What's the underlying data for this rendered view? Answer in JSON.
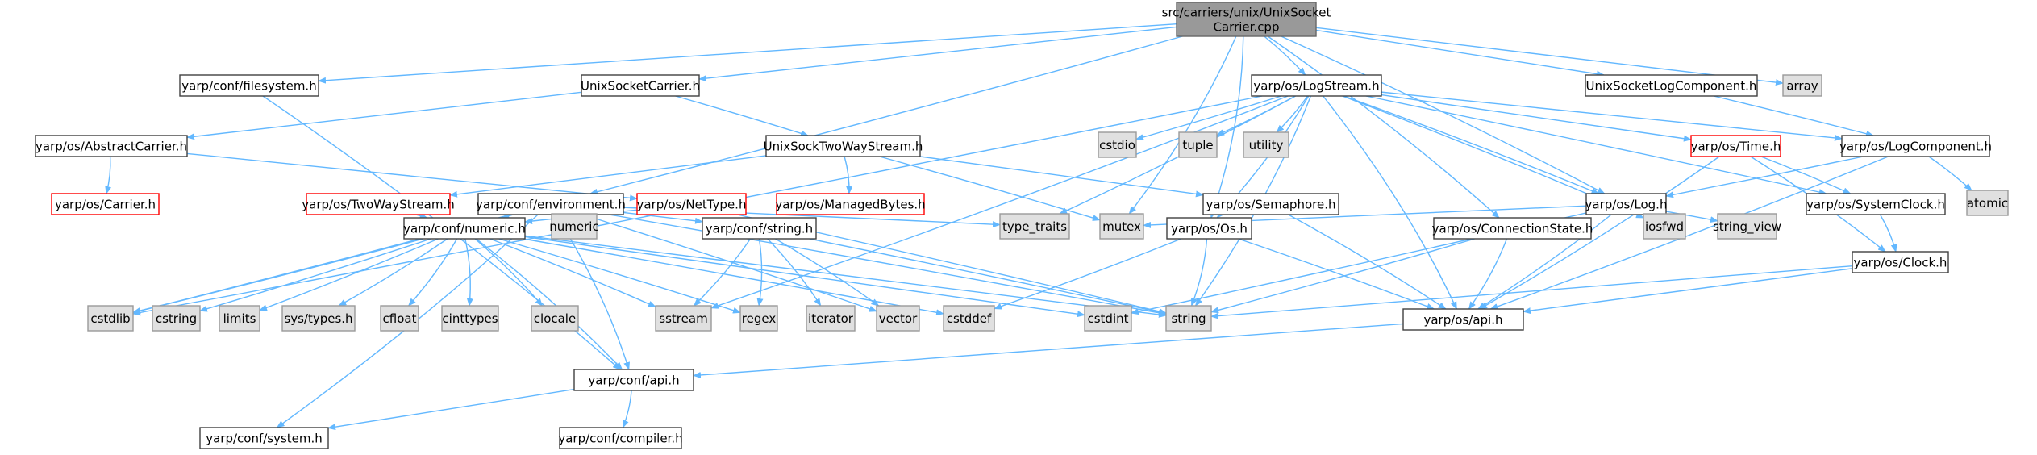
{
  "colors": {
    "edge": "#63b8ff",
    "normal_fill": "#ffffff",
    "normal_stroke": "#404040",
    "system_fill": "#e0e0e0",
    "system_stroke": "#999999",
    "root_fill": "#999999",
    "root_stroke": "#666666",
    "missing_fill": "#ffffff",
    "missing_stroke": "#ff0000",
    "text": "#000000"
  },
  "graph": {
    "root": {
      "id": "root",
      "lines": [
        "src/carriers/unix/UnixSocket",
        "Carrier.cpp"
      ],
      "kind": "root"
    },
    "nodes": [
      {
        "id": "filesystem",
        "lines": [
          "yarp/conf/filesystem.h"
        ],
        "kind": "normal"
      },
      {
        "id": "unixsocketcarrier",
        "lines": [
          "UnixSocketCarrier.h"
        ],
        "kind": "normal"
      },
      {
        "id": "logstream",
        "lines": [
          "yarp/os/LogStream.h"
        ],
        "kind": "normal"
      },
      {
        "id": "unixsocketlogcomponent",
        "lines": [
          "UnixSocketLogComponent.h"
        ],
        "kind": "normal"
      },
      {
        "id": "array",
        "lines": [
          "array"
        ],
        "kind": "system"
      },
      {
        "id": "abstractcarrier",
        "lines": [
          "yarp/os/AbstractCarrier.h"
        ],
        "kind": "normal"
      },
      {
        "id": "unixsocktwowaystream",
        "lines": [
          "UnixSockTwoWayStream.h"
        ],
        "kind": "normal"
      },
      {
        "id": "cstdio",
        "lines": [
          "cstdio"
        ],
        "kind": "system"
      },
      {
        "id": "tuple",
        "lines": [
          "tuple"
        ],
        "kind": "system"
      },
      {
        "id": "utility",
        "lines": [
          "utility"
        ],
        "kind": "system"
      },
      {
        "id": "time",
        "lines": [
          "yarp/os/Time.h"
        ],
        "kind": "missing"
      },
      {
        "id": "logcomponent",
        "lines": [
          "yarp/os/LogComponent.h"
        ],
        "kind": "normal"
      },
      {
        "id": "carrier",
        "lines": [
          "yarp/os/Carrier.h"
        ],
        "kind": "missing"
      },
      {
        "id": "twowaystream",
        "lines": [
          "yarp/os/TwoWayStream.h"
        ],
        "kind": "missing"
      },
      {
        "id": "environment",
        "lines": [
          "yarp/conf/environment.h"
        ],
        "kind": "normal"
      },
      {
        "id": "nettype",
        "lines": [
          "yarp/os/NetType.h"
        ],
        "kind": "missing"
      },
      {
        "id": "managedbytes",
        "lines": [
          "yarp/os/ManagedBytes.h"
        ],
        "kind": "missing"
      },
      {
        "id": "semaphore",
        "lines": [
          "yarp/os/Semaphore.h"
        ],
        "kind": "normal"
      },
      {
        "id": "log",
        "lines": [
          "yarp/os/Log.h"
        ],
        "kind": "normal"
      },
      {
        "id": "systemclock",
        "lines": [
          "yarp/os/SystemClock.h"
        ],
        "kind": "normal"
      },
      {
        "id": "atomic",
        "lines": [
          "atomic"
        ],
        "kind": "system"
      },
      {
        "id": "numeric_h",
        "lines": [
          "yarp/conf/numeric.h"
        ],
        "kind": "normal"
      },
      {
        "id": "numeric",
        "lines": [
          "numeric"
        ],
        "kind": "system"
      },
      {
        "id": "string_h",
        "lines": [
          "yarp/conf/string.h"
        ],
        "kind": "normal"
      },
      {
        "id": "type_traits",
        "lines": [
          "type_traits"
        ],
        "kind": "system"
      },
      {
        "id": "mutex",
        "lines": [
          "mutex"
        ],
        "kind": "system"
      },
      {
        "id": "os_h",
        "lines": [
          "yarp/os/Os.h"
        ],
        "kind": "normal"
      },
      {
        "id": "connectionstate",
        "lines": [
          "yarp/os/ConnectionState.h"
        ],
        "kind": "normal"
      },
      {
        "id": "iosfwd",
        "lines": [
          "iosfwd"
        ],
        "kind": "system"
      },
      {
        "id": "string_view",
        "lines": [
          "string_view"
        ],
        "kind": "system"
      },
      {
        "id": "clock",
        "lines": [
          "yarp/os/Clock.h"
        ],
        "kind": "normal"
      },
      {
        "id": "cstdlib",
        "lines": [
          "cstdlib"
        ],
        "kind": "system"
      },
      {
        "id": "cstring",
        "lines": [
          "cstring"
        ],
        "kind": "system"
      },
      {
        "id": "limits",
        "lines": [
          "limits"
        ],
        "kind": "system"
      },
      {
        "id": "systypes",
        "lines": [
          "sys/types.h"
        ],
        "kind": "system"
      },
      {
        "id": "cfloat",
        "lines": [
          "cfloat"
        ],
        "kind": "system"
      },
      {
        "id": "cinttypes",
        "lines": [
          "cinttypes"
        ],
        "kind": "system"
      },
      {
        "id": "clocale",
        "lines": [
          "clocale"
        ],
        "kind": "system"
      },
      {
        "id": "sstream",
        "lines": [
          "sstream"
        ],
        "kind": "system"
      },
      {
        "id": "regex",
        "lines": [
          "regex"
        ],
        "kind": "system"
      },
      {
        "id": "iterator",
        "lines": [
          "iterator"
        ],
        "kind": "system"
      },
      {
        "id": "vector",
        "lines": [
          "vector"
        ],
        "kind": "system"
      },
      {
        "id": "cstddef",
        "lines": [
          "cstddef"
        ],
        "kind": "system"
      },
      {
        "id": "cstdint",
        "lines": [
          "cstdint"
        ],
        "kind": "system"
      },
      {
        "id": "string",
        "lines": [
          "string"
        ],
        "kind": "system"
      },
      {
        "id": "api_os",
        "lines": [
          "yarp/os/api.h"
        ],
        "kind": "normal"
      },
      {
        "id": "api_conf",
        "lines": [
          "yarp/conf/api.h"
        ],
        "kind": "normal"
      },
      {
        "id": "system_h",
        "lines": [
          "yarp/conf/system.h"
        ],
        "kind": "normal"
      },
      {
        "id": "compiler_h",
        "lines": [
          "yarp/conf/compiler.h"
        ],
        "kind": "normal"
      }
    ],
    "edges": [
      [
        "root",
        "filesystem"
      ],
      [
        "root",
        "unixsocketcarrier"
      ],
      [
        "root",
        "logstream"
      ],
      [
        "root",
        "unixsocketlogcomponent"
      ],
      [
        "root",
        "array"
      ],
      [
        "root",
        "environment"
      ],
      [
        "root",
        "mutex"
      ],
      [
        "root",
        "os_h"
      ],
      [
        "root",
        "connectionstate"
      ],
      [
        "root",
        "log"
      ],
      [
        "filesystem",
        "api_conf"
      ],
      [
        "unixsocketcarrier",
        "abstractcarrier"
      ],
      [
        "unixsocketcarrier",
        "unixsocktwowaystream"
      ],
      [
        "abstractcarrier",
        "carrier"
      ],
      [
        "abstractcarrier",
        "nettype"
      ],
      [
        "unixsocktwowaystream",
        "twowaystream"
      ],
      [
        "unixsocktwowaystream",
        "managedbytes"
      ],
      [
        "unixsocktwowaystream",
        "semaphore"
      ],
      [
        "unixsocktwowaystream",
        "mutex"
      ],
      [
        "logstream",
        "cstdio"
      ],
      [
        "logstream",
        "tuple"
      ],
      [
        "logstream",
        "utility"
      ],
      [
        "logstream",
        "time"
      ],
      [
        "logstream",
        "logcomponent"
      ],
      [
        "logstream",
        "log"
      ],
      [
        "logstream",
        "systemclock"
      ],
      [
        "logstream",
        "cstdlib"
      ],
      [
        "logstream",
        "sstream"
      ],
      [
        "logstream",
        "type_traits"
      ],
      [
        "logstream",
        "os_h"
      ],
      [
        "logstream",
        "string"
      ],
      [
        "logstream",
        "iosfwd"
      ],
      [
        "logstream",
        "api_os"
      ],
      [
        "unixsocketlogcomponent",
        "logcomponent"
      ],
      [
        "time",
        "systemclock"
      ],
      [
        "time",
        "clock"
      ],
      [
        "time",
        "api_os"
      ],
      [
        "logcomponent",
        "log"
      ],
      [
        "logcomponent",
        "atomic"
      ],
      [
        "logcomponent",
        "api_os"
      ],
      [
        "twowaystream",
        "numeric_h"
      ],
      [
        "nettype",
        "numeric_h"
      ],
      [
        "nettype",
        "string"
      ],
      [
        "environment",
        "numeric_h"
      ],
      [
        "environment",
        "numeric"
      ],
      [
        "environment",
        "string_h"
      ],
      [
        "environment",
        "type_traits"
      ],
      [
        "environment",
        "cstdlib"
      ],
      [
        "environment",
        "system_h"
      ],
      [
        "environment",
        "string"
      ],
      [
        "environment",
        "vector"
      ],
      [
        "environment",
        "api_conf"
      ],
      [
        "semaphore",
        "api_os"
      ],
      [
        "log",
        "mutex"
      ],
      [
        "log",
        "iosfwd"
      ],
      [
        "log",
        "string_view"
      ],
      [
        "log",
        "cstdint"
      ],
      [
        "log",
        "api_os"
      ],
      [
        "systemclock",
        "clock"
      ],
      [
        "clock",
        "api_os"
      ],
      [
        "clock",
        "string"
      ],
      [
        "numeric_h",
        "cstdlib"
      ],
      [
        "numeric_h",
        "cstring"
      ],
      [
        "numeric_h",
        "limits"
      ],
      [
        "numeric_h",
        "systypes"
      ],
      [
        "numeric_h",
        "cfloat"
      ],
      [
        "numeric_h",
        "cinttypes"
      ],
      [
        "numeric_h",
        "clocale"
      ],
      [
        "numeric_h",
        "sstream"
      ],
      [
        "numeric_h",
        "regex"
      ],
      [
        "numeric_h",
        "cstddef"
      ],
      [
        "numeric_h",
        "cstdint"
      ],
      [
        "numeric_h",
        "string"
      ],
      [
        "numeric_h",
        "api_conf"
      ],
      [
        "string_h",
        "sstream"
      ],
      [
        "string_h",
        "regex"
      ],
      [
        "string_h",
        "iterator"
      ],
      [
        "string_h",
        "vector"
      ],
      [
        "string_h",
        "string"
      ],
      [
        "os_h",
        "string"
      ],
      [
        "os_h",
        "cstddef"
      ],
      [
        "os_h",
        "api_os"
      ],
      [
        "connectionstate",
        "string"
      ],
      [
        "connectionstate",
        "api_os"
      ],
      [
        "api_os",
        "api_conf"
      ],
      [
        "api_conf",
        "system_h"
      ],
      [
        "api_conf",
        "compiler_h"
      ]
    ]
  }
}
